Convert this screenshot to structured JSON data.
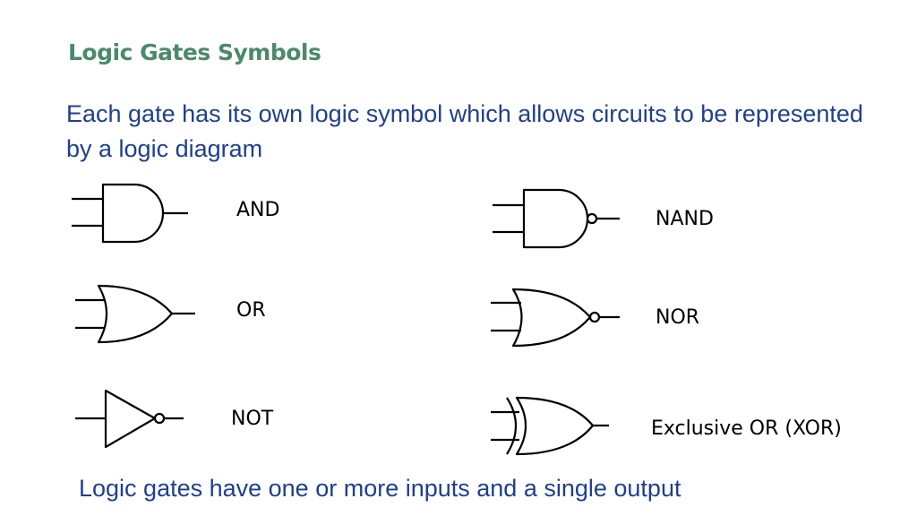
{
  "header": {
    "title": "Logic Gates Symbols"
  },
  "intro": {
    "text": "Each gate has its own logic symbol which allows circuits to be represented by a logic diagram"
  },
  "gates": [
    {
      "label": "AND",
      "icon": "and-gate-icon"
    },
    {
      "label": "NAND",
      "icon": "nand-gate-icon"
    },
    {
      "label": "OR",
      "icon": "or-gate-icon"
    },
    {
      "label": "NOR",
      "icon": "nor-gate-icon"
    },
    {
      "label": "NOT",
      "icon": "not-gate-icon"
    },
    {
      "label": "Exclusive OR (XOR)",
      "icon": "xor-gate-icon"
    }
  ],
  "footer": {
    "text": "Logic gates have one or more inputs and a single output"
  },
  "colors": {
    "title": "#4a8a6a",
    "body_text": "#1f3f8f",
    "gate_stroke": "#000000"
  }
}
